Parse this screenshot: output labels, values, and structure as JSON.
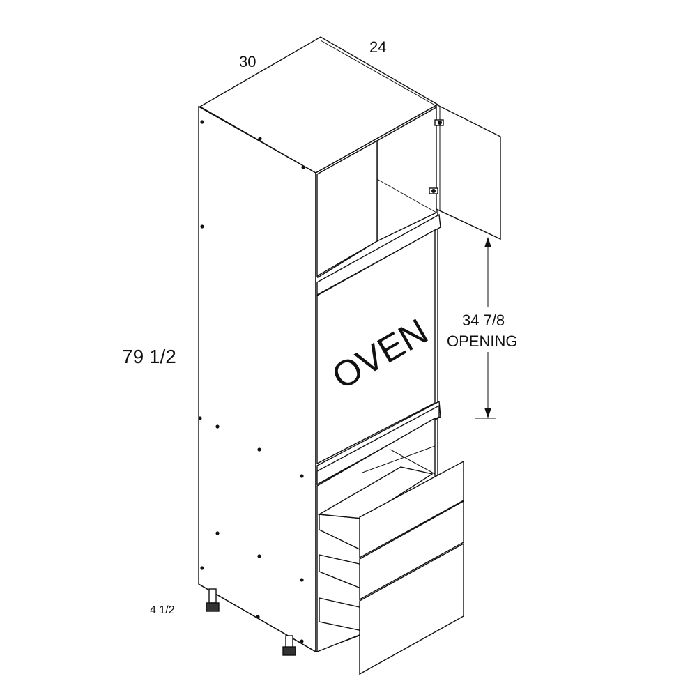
{
  "labels": {
    "depth": "30",
    "width": "24",
    "height": "79 1/2",
    "opening_value": "34 7/8",
    "opening_text": "OPENING",
    "oven": "OVEN",
    "toe_kick": "4 1/2"
  }
}
